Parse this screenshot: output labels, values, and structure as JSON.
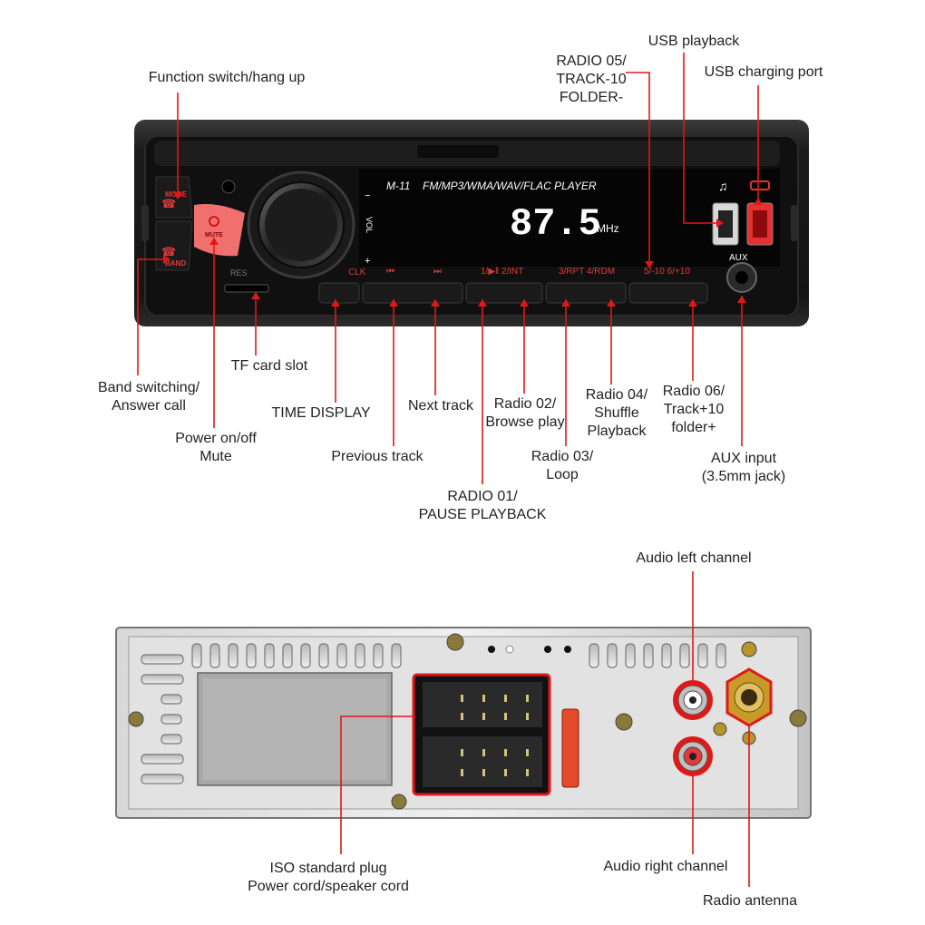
{
  "device": {
    "model": "M-11",
    "formats": "FM/MP3/WMA/WAV/FLAC  PLAYER",
    "frequency": "87.5",
    "unit": "MHz",
    "mode_btn": "MODE",
    "band_btn": "BAND",
    "mute_btn": "MUTE",
    "vol_label": "VOL",
    "vol_minus": "−",
    "vol_plus": "+",
    "clk": "CLK",
    "rst": "RES",
    "btn_prev": "⏮",
    "btn_next": "⏭",
    "btn_1_2": "1/▶‖  2/INT",
    "btn_3_4": "3/RPT  4/RDM",
    "btn_5_6": "5/-10   6/+10",
    "aux": "AUX"
  },
  "labels": {
    "function_switch": "Function switch/hang up",
    "radio05": "RADIO 05/\nTRACK-10\nFOLDER-",
    "usb_playback": "USB playback",
    "usb_charging": "USB charging port",
    "tf_card": "TF card slot",
    "band_switching": "Band switching/\nAnswer call",
    "time_display": "TIME DISPLAY",
    "next_track": "Next track",
    "radio02": "Radio 02/\nBrowse play",
    "radio04": "Radio 04/\nShuffle\nPlayback",
    "radio06": "Radio 06/\nTrack+10\nfolder+",
    "power": "Power on/off\nMute",
    "prev_track": "Previous track",
    "radio03": "Radio 03/\nLoop",
    "aux_input": "AUX input\n(3.5mm jack)",
    "radio01": "RADIO 01/\nPAUSE PLAYBACK",
    "audio_left": "Audio left channel",
    "iso_plug": "ISO standard plug\nPower cord/speaker cord",
    "audio_right": "Audio right channel",
    "radio_antenna": "Radio antenna"
  },
  "colors": {
    "accent_red": "#e01818",
    "display_text": "#ffffff",
    "button_red": "#e23a3a"
  }
}
